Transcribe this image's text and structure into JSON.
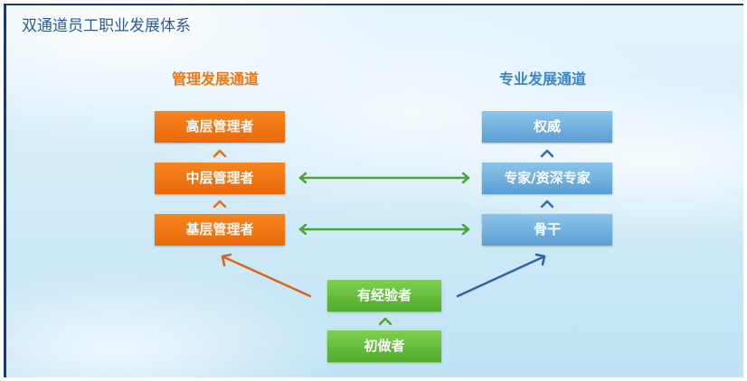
{
  "title": "双通道员工职业发展体系",
  "management": {
    "heading": "管理发展通道",
    "levels": [
      "高层管理者",
      "中层管理者",
      "基层管理者"
    ]
  },
  "professional": {
    "heading": "专业发展通道",
    "levels": [
      "权威",
      "专家/资深专家",
      "骨干"
    ]
  },
  "entry": {
    "levels": [
      "有经验者",
      "初做者"
    ]
  },
  "colors": {
    "orange": "#f07a12",
    "blue": "#5a9ed3",
    "green": "#5cb834",
    "title": "#2c5c96"
  }
}
